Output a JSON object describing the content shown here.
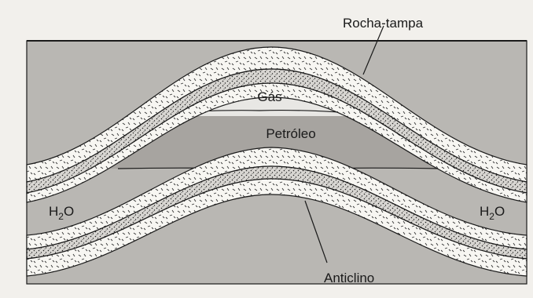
{
  "labels": {
    "cap_rock": "Rocha-tampa",
    "gas": "Gás",
    "oil": "Petróleo",
    "water_left": "H",
    "water_left_sub": "2",
    "water_left_o": "O",
    "water_right": "H",
    "water_right_sub": "2",
    "water_right_o": "O",
    "anticline": "Anticlino"
  },
  "colors": {
    "page": "#f2f0ec",
    "water_bg": "#b9b7b3",
    "oil": "#a7a4a0",
    "gas": "#e8e7e4",
    "rock_light": "#f7f6f2",
    "ink": "#1a1a1a"
  }
}
